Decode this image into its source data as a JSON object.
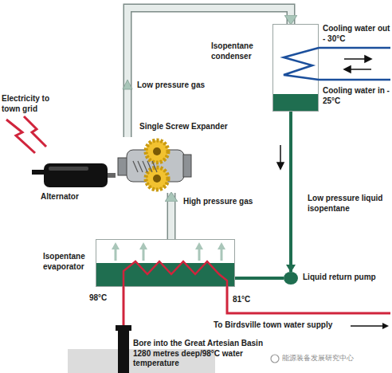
{
  "diagram": {
    "nodes": [
      {
        "text": [
          "Isopentane condenser"
        ]
      },
      {
        "text": [
          "Single Screw Expander"
        ]
      },
      {
        "text": [
          "Alternator"
        ]
      },
      {
        "text": [
          "Isopentane evaporator"
        ]
      },
      {
        "text": [
          "Liquid return pump"
        ]
      },
      {
        "text": [
          "Bore into the Great Artesian Basin 1280 metres deep/98°C water temperature"
        ]
      }
    ],
    "edges": [
      {
        "from": 1,
        "to": 0,
        "label": "Low pressure gas",
        "arrow": "to"
      },
      {
        "from": 0,
        "to": 4,
        "label": "Low pressure liquid isopentane",
        "arrow": "to"
      },
      {
        "from": 4,
        "to": 3,
        "arrow": "none"
      },
      {
        "from": 3,
        "to": 1,
        "label": "High pressure gas",
        "arrow": "to"
      },
      {
        "from": 1,
        "to": 2,
        "arrow": "none"
      },
      {
        "from": 5,
        "to": 3,
        "label": "98°C",
        "arrow": "none"
      }
    ],
    "labels": [
      "Electricity to town grid",
      "Cooling water out - 30°C",
      "Cooling water in - 25°C",
      "81°C",
      "To Birdsville town water supply",
      "能源装备发展研究中心"
    ]
  }
}
